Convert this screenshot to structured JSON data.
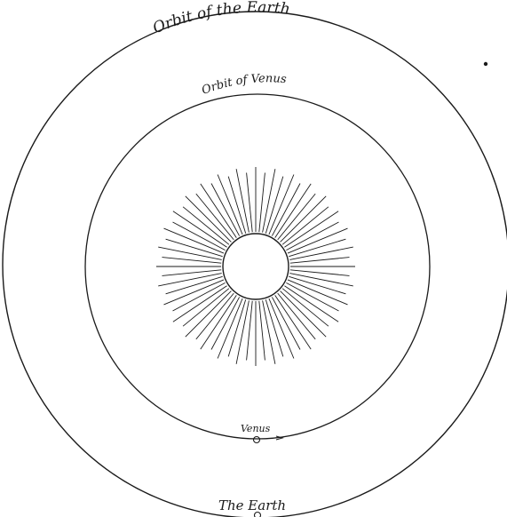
{
  "labels": {
    "earth_orbit": "Orbit of the Earth",
    "venus_orbit": "Orbit of Venus",
    "venus": "Venus",
    "earth": "The Earth"
  },
  "colors": {
    "ink": "#1a1a1a",
    "paper": "#ffffff"
  }
}
